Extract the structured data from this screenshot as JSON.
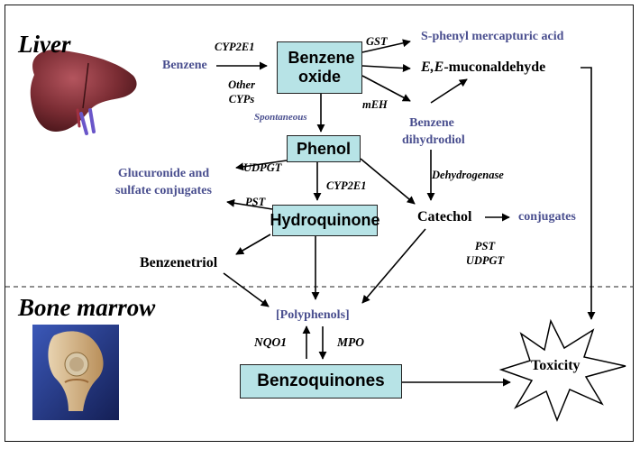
{
  "regions": {
    "liver": "Liver",
    "bone_marrow": "Bone marrow"
  },
  "boxes": {
    "benzene_oxide": "Benzene oxide",
    "phenol": "Phenol",
    "hydroquinone": "Hydroquinone",
    "benzoquinones": "Benzoquinones"
  },
  "metabolites": {
    "benzene": "Benzene",
    "s_phenyl": "S-phenyl mercapturic acid",
    "muconaldehyde_prefix": "E,E",
    "muconaldehyde_suffix": "-muconaldehyde",
    "benzene_dihydrodiol_1": "Benzene",
    "benzene_dihydrodiol_2": "dihydrodiol",
    "glucuronide_1": "Glucuronide and",
    "glucuronide_2": "sulfate conjugates",
    "catechol": "Catechol",
    "conjugates": "conjugates",
    "benzenetriol": "Benzenetriol",
    "polyphenols": "[Polyphenols]",
    "toxicity": "Toxicity"
  },
  "enzymes": {
    "cyp2e1_top": "CYP2E1",
    "other_cyps_1": "Other",
    "other_cyps_2": "CYPs",
    "gst": "GST",
    "meh": "mEH",
    "spontaneous": "Spontaneous",
    "udpgt": "UDPGT",
    "cyp2e1_mid": "CYP2E1",
    "pst": "PST",
    "dehydrogenase": "Dehydrogenase",
    "pst_right": "PST",
    "udpgt_right": "UDPGT",
    "nqo1": "NQO1",
    "mpo": "MPO"
  },
  "colors": {
    "box_fill": "#b7e3e6",
    "metabolite_blue": "#4a4f8f",
    "liver": "#7a2c33",
    "bone_background": "#2a3a8a"
  },
  "icons": [
    "liver-illustration",
    "bone-marrow-illustration",
    "toxicity-starburst"
  ]
}
